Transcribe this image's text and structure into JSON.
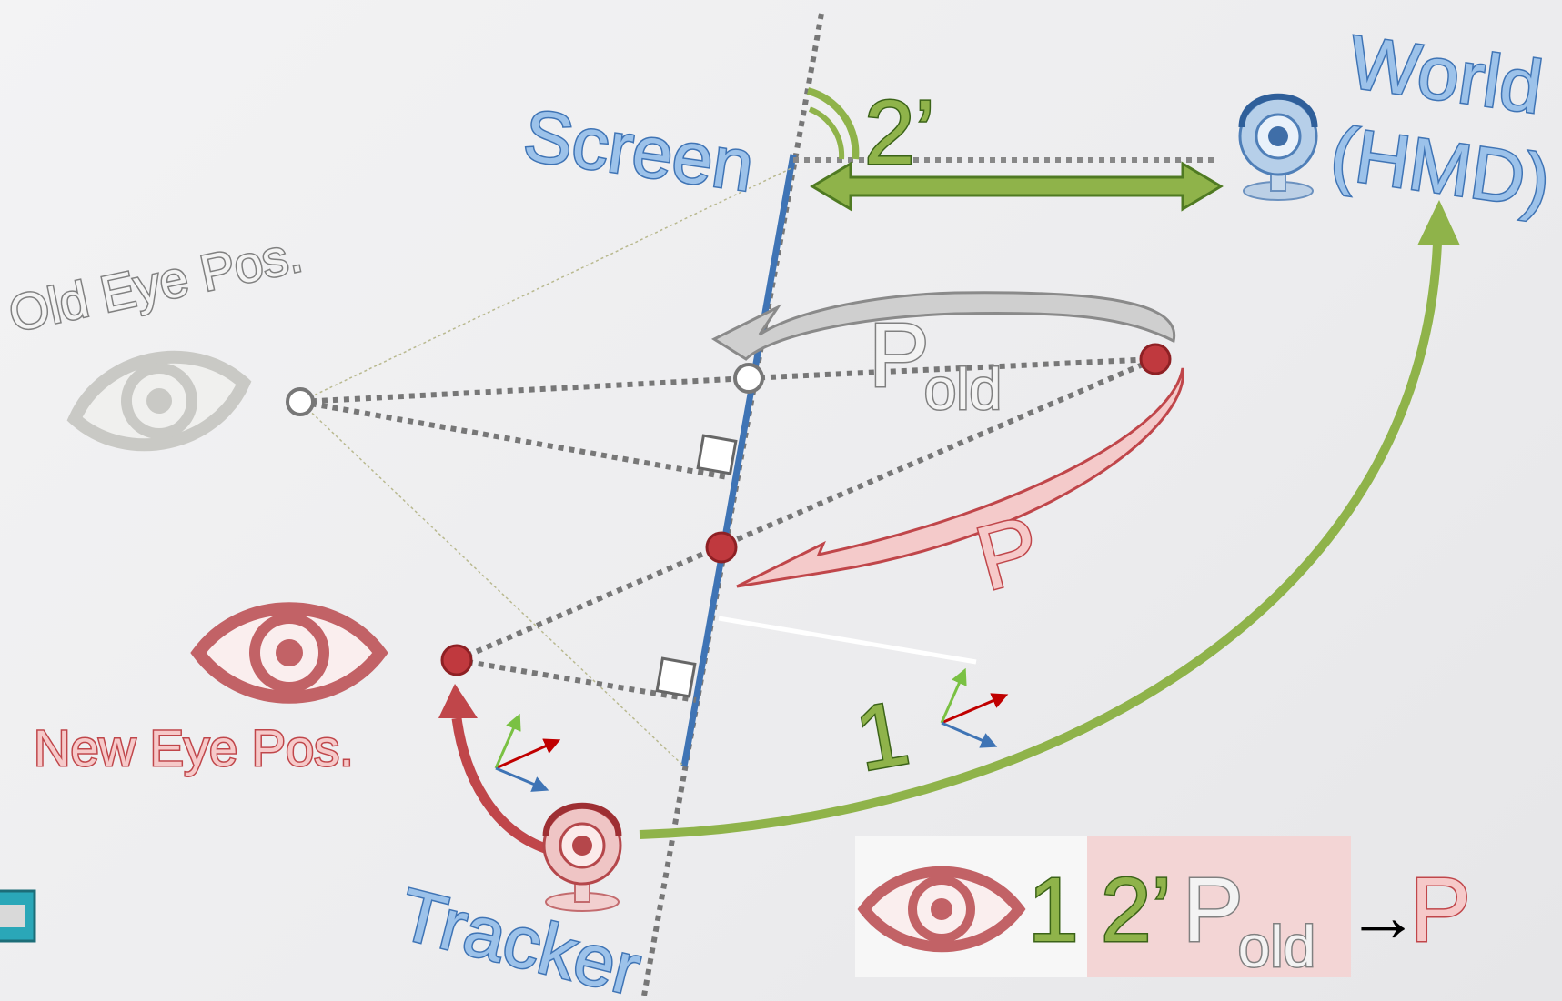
{
  "labels": {
    "world": "World",
    "hmd": "(HMD)",
    "screen": "Screen",
    "old_eye": "Old Eye Pos.",
    "new_eye": "New Eye Pos.",
    "tracker": "Tracker",
    "two_prime": "2’",
    "one": "1",
    "p_old_main": "P",
    "p_old_sub": "old",
    "p": "P"
  },
  "formula": {
    "one": "1",
    "two_prime": "2’",
    "p_main": "P",
    "p_sub": "old",
    "arrow": "→",
    "result": "P"
  },
  "colors": {
    "blue": "#3f74b5",
    "green": "#8fb34a",
    "red": "#c0464a",
    "gray": "#808080"
  },
  "icons": [
    "eye-icon",
    "webcam-icon",
    "axes-icon",
    "right-angle-icon"
  ]
}
